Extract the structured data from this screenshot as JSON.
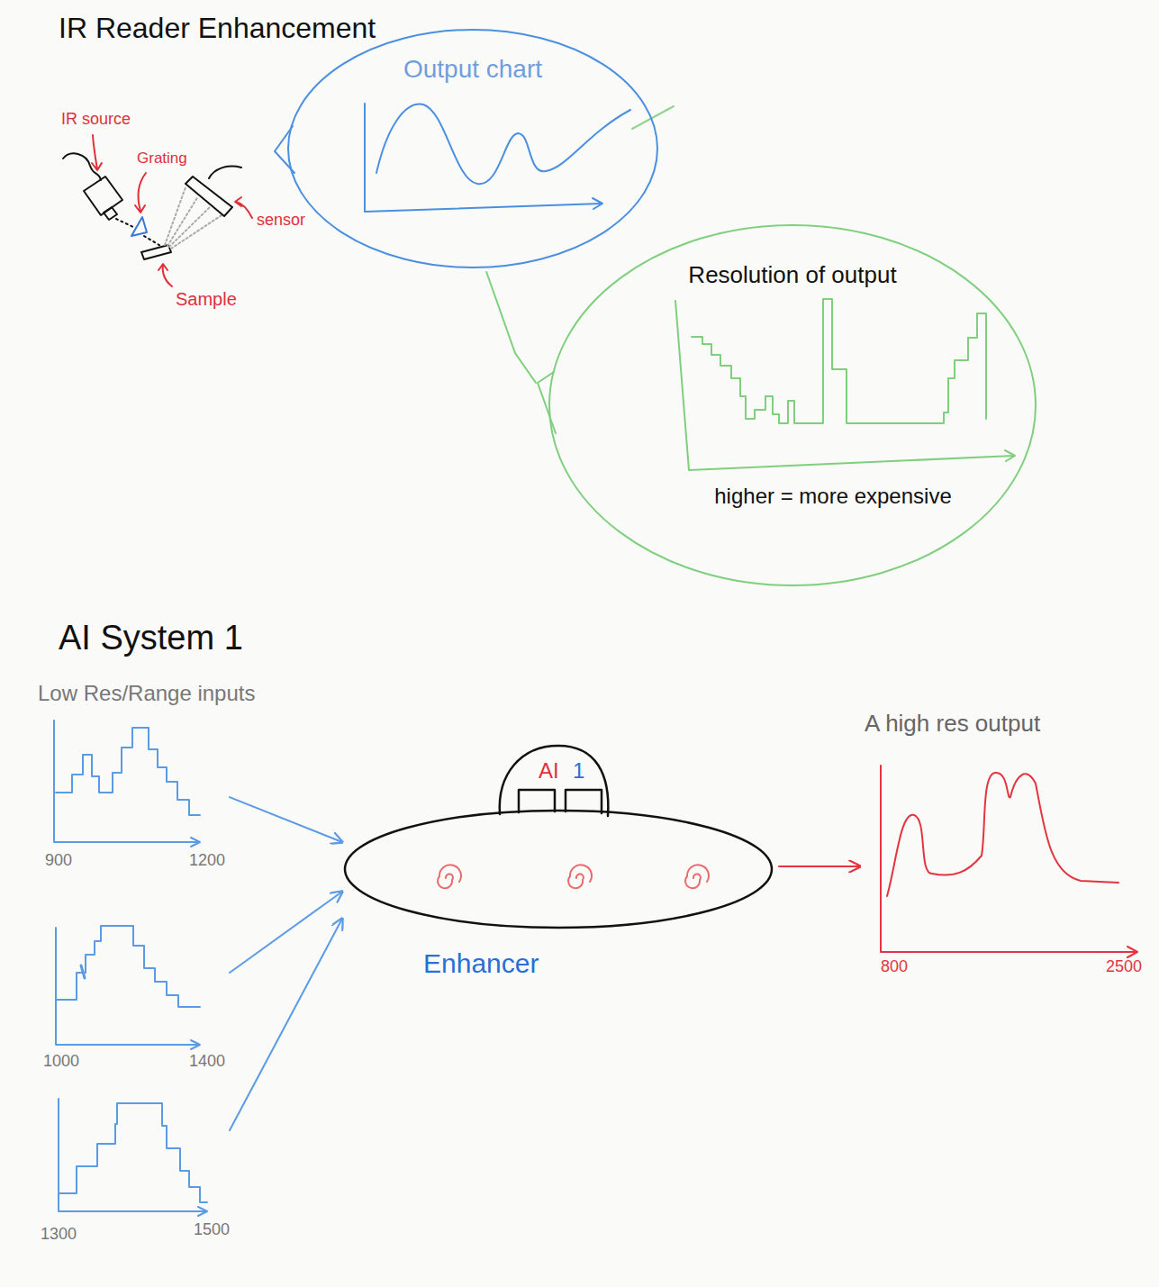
{
  "diagram": {
    "title": "IR Reader Enhancement",
    "nodes": [
      {
        "text": [
          "Output chart"
        ]
      },
      {
        "text": [
          "Resolution of output",
          "higher = more expensive"
        ]
      },
      {
        "text": [
          "900",
          "1200"
        ]
      },
      {
        "text": [
          "1000",
          "1400"
        ]
      },
      {
        "text": [
          "1300",
          "1500"
        ]
      },
      {
        "text": [
          "AI",
          "1",
          "Enhancer"
        ]
      },
      {
        "text": [
          "A high res output",
          "800",
          "2500"
        ]
      }
    ],
    "edges": [
      {
        "from": 0,
        "to": 1,
        "arrow": "none"
      },
      {
        "from": 2,
        "to": 5,
        "arrow": "to"
      },
      {
        "from": 3,
        "to": 5,
        "arrow": "to"
      },
      {
        "from": 4,
        "to": 5,
        "arrow": "to"
      },
      {
        "from": 5,
        "to": 6,
        "arrow": "to"
      }
    ],
    "labels": [
      "IR source",
      "Grating",
      "sensor",
      "Sample",
      "AI System 1",
      "Low Res/Range inputs"
    ]
  }
}
